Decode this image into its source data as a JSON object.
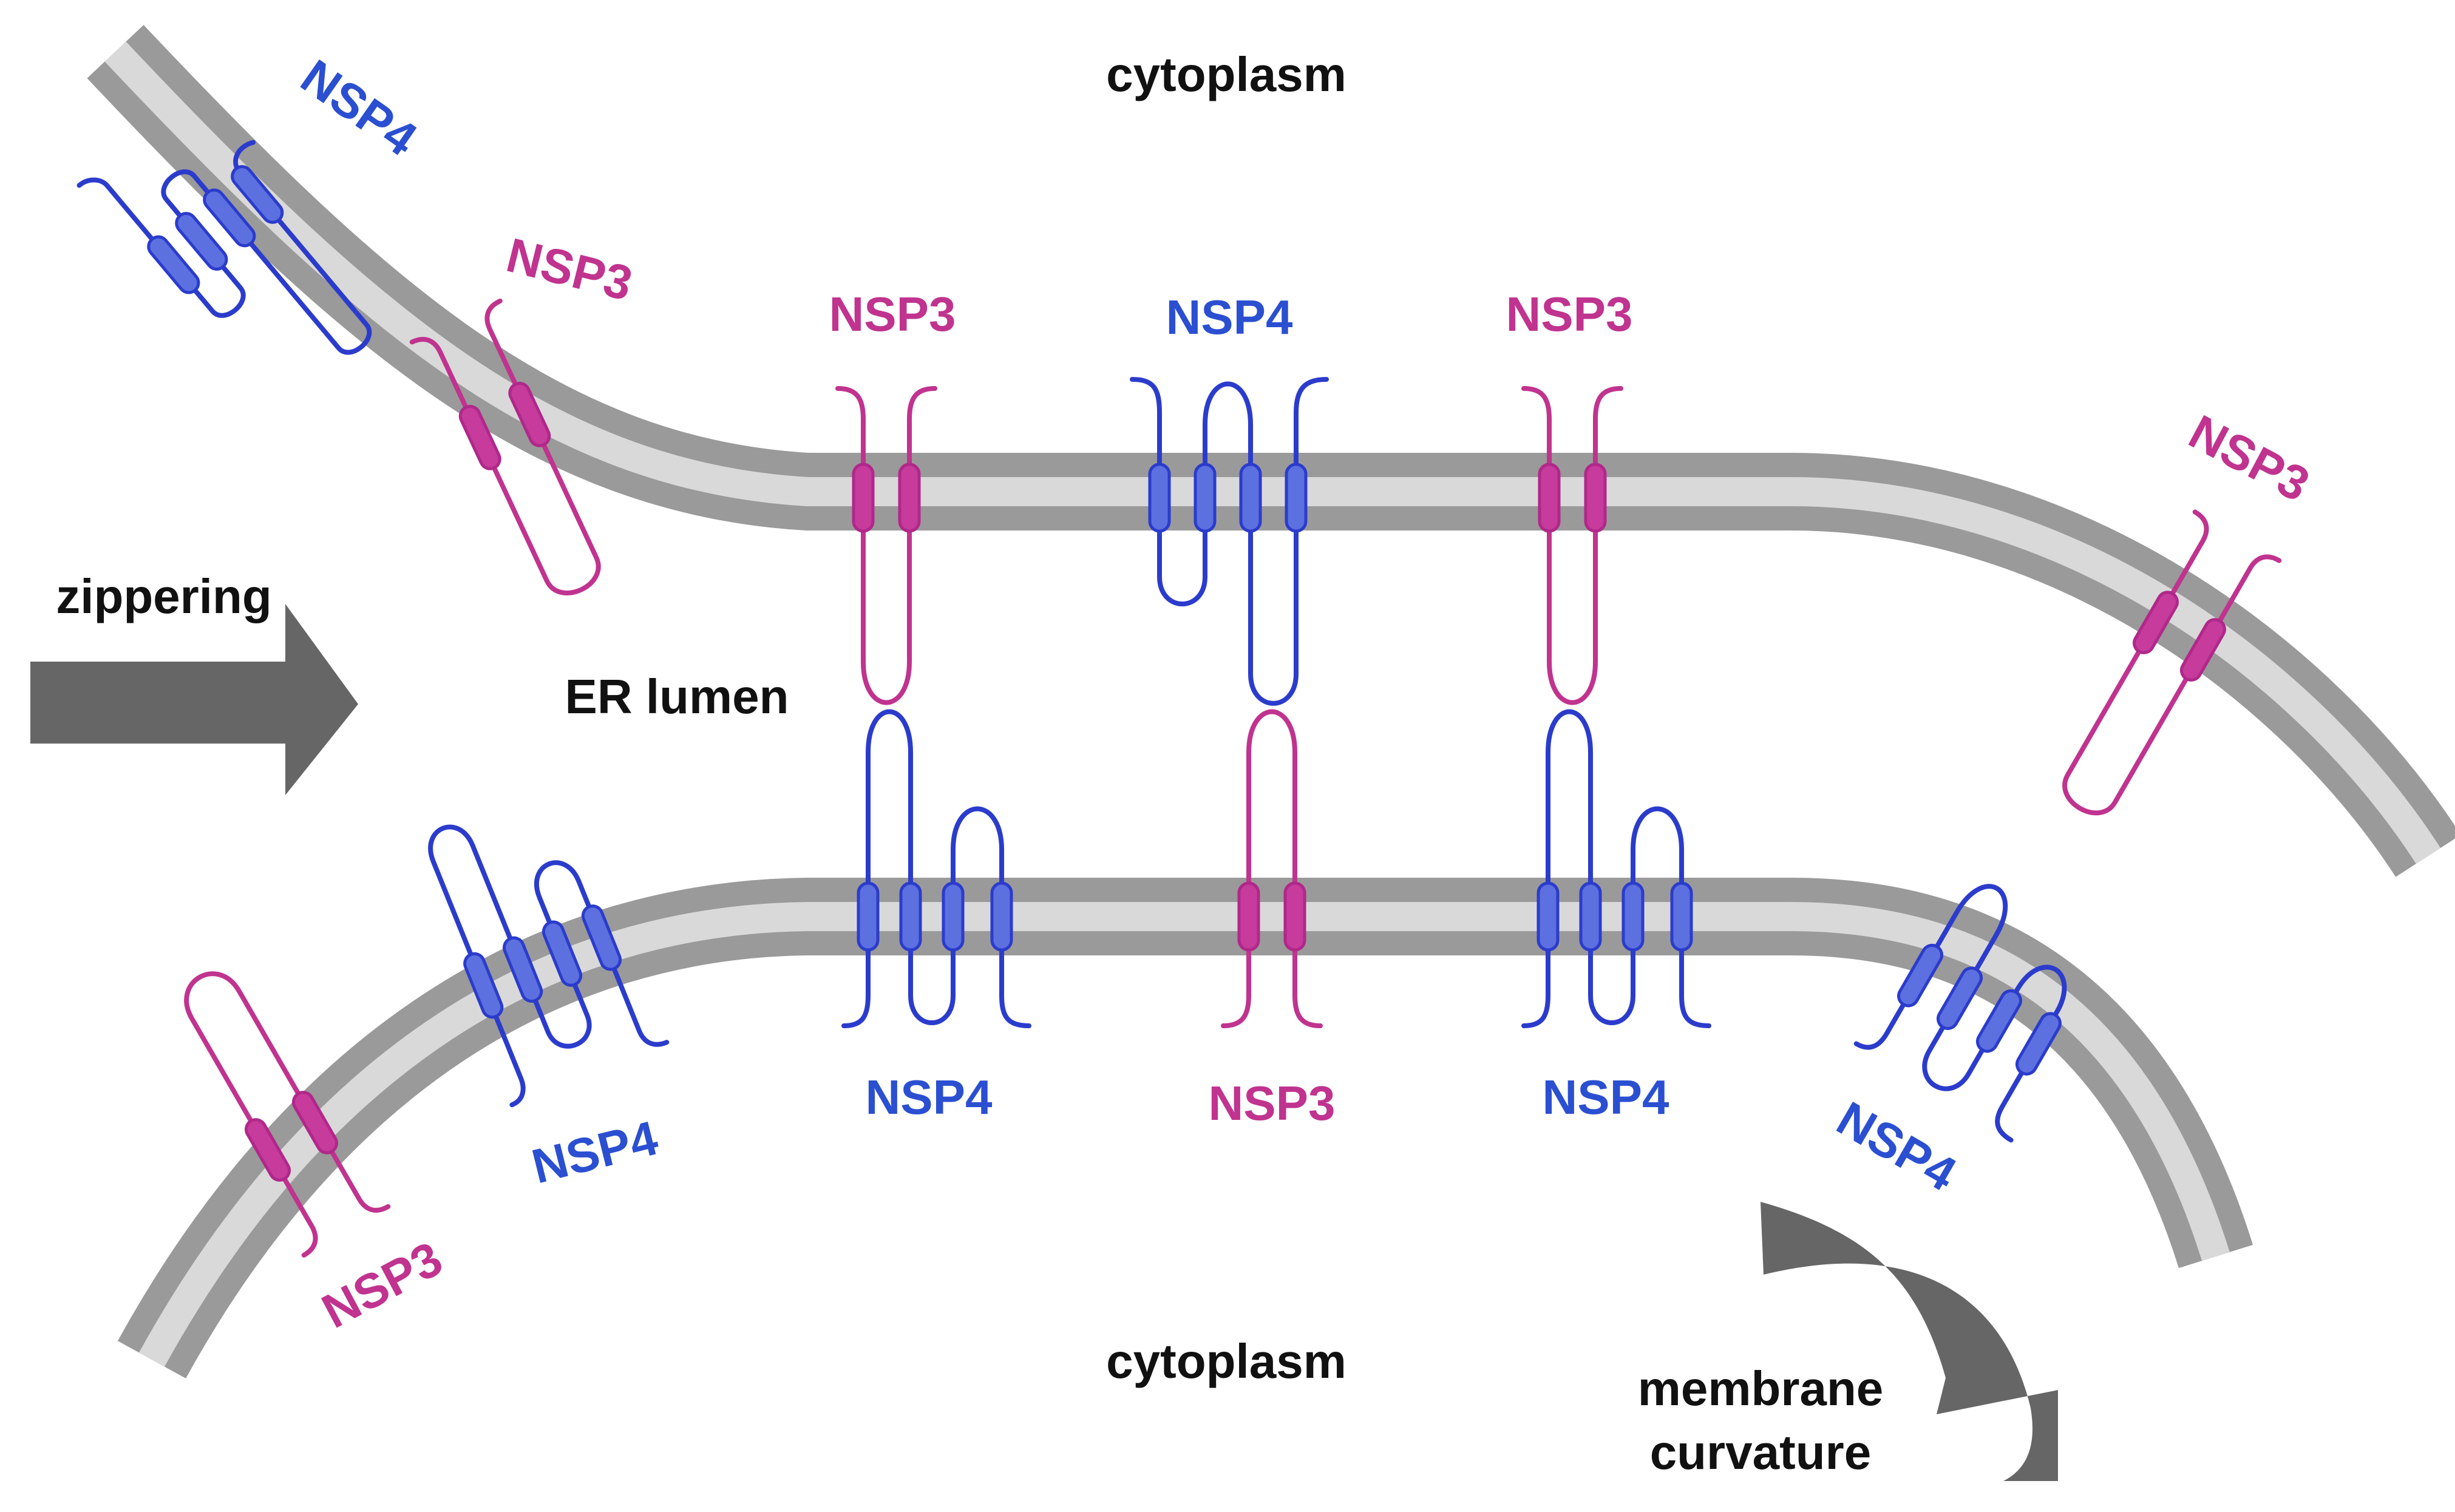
{
  "labels": {
    "cytoplasm_top": "cytoplasm",
    "cytoplasm_bottom": "cytoplasm",
    "er_lumen": "ER lumen",
    "zippering": "zippering",
    "membrane_curvature_line1": "membrane",
    "membrane_curvature_line2": "curvature"
  },
  "proteins": {
    "upper_left_nsp4": "NSP4",
    "upper_left_nsp3": "NSP3",
    "upper_center_nsp3_a": "NSP3",
    "upper_center_nsp4": "NSP4",
    "upper_center_nsp3_b": "NSP3",
    "upper_right_nsp3": "NSP3",
    "lower_left_nsp3": "NSP3",
    "lower_left_nsp4": "NSP4",
    "lower_center_nsp4_a": "NSP4",
    "lower_center_nsp3": "NSP3",
    "lower_center_nsp4_b": "NSP4",
    "lower_right_nsp4": "NSP4"
  },
  "colors": {
    "nsp3": "#c0338f",
    "nsp4": "#2b4fd1",
    "membrane_outer": "#9a9a9a",
    "membrane_inner": "#d9d9d9",
    "arrow": "#666666",
    "text": "#111111"
  }
}
